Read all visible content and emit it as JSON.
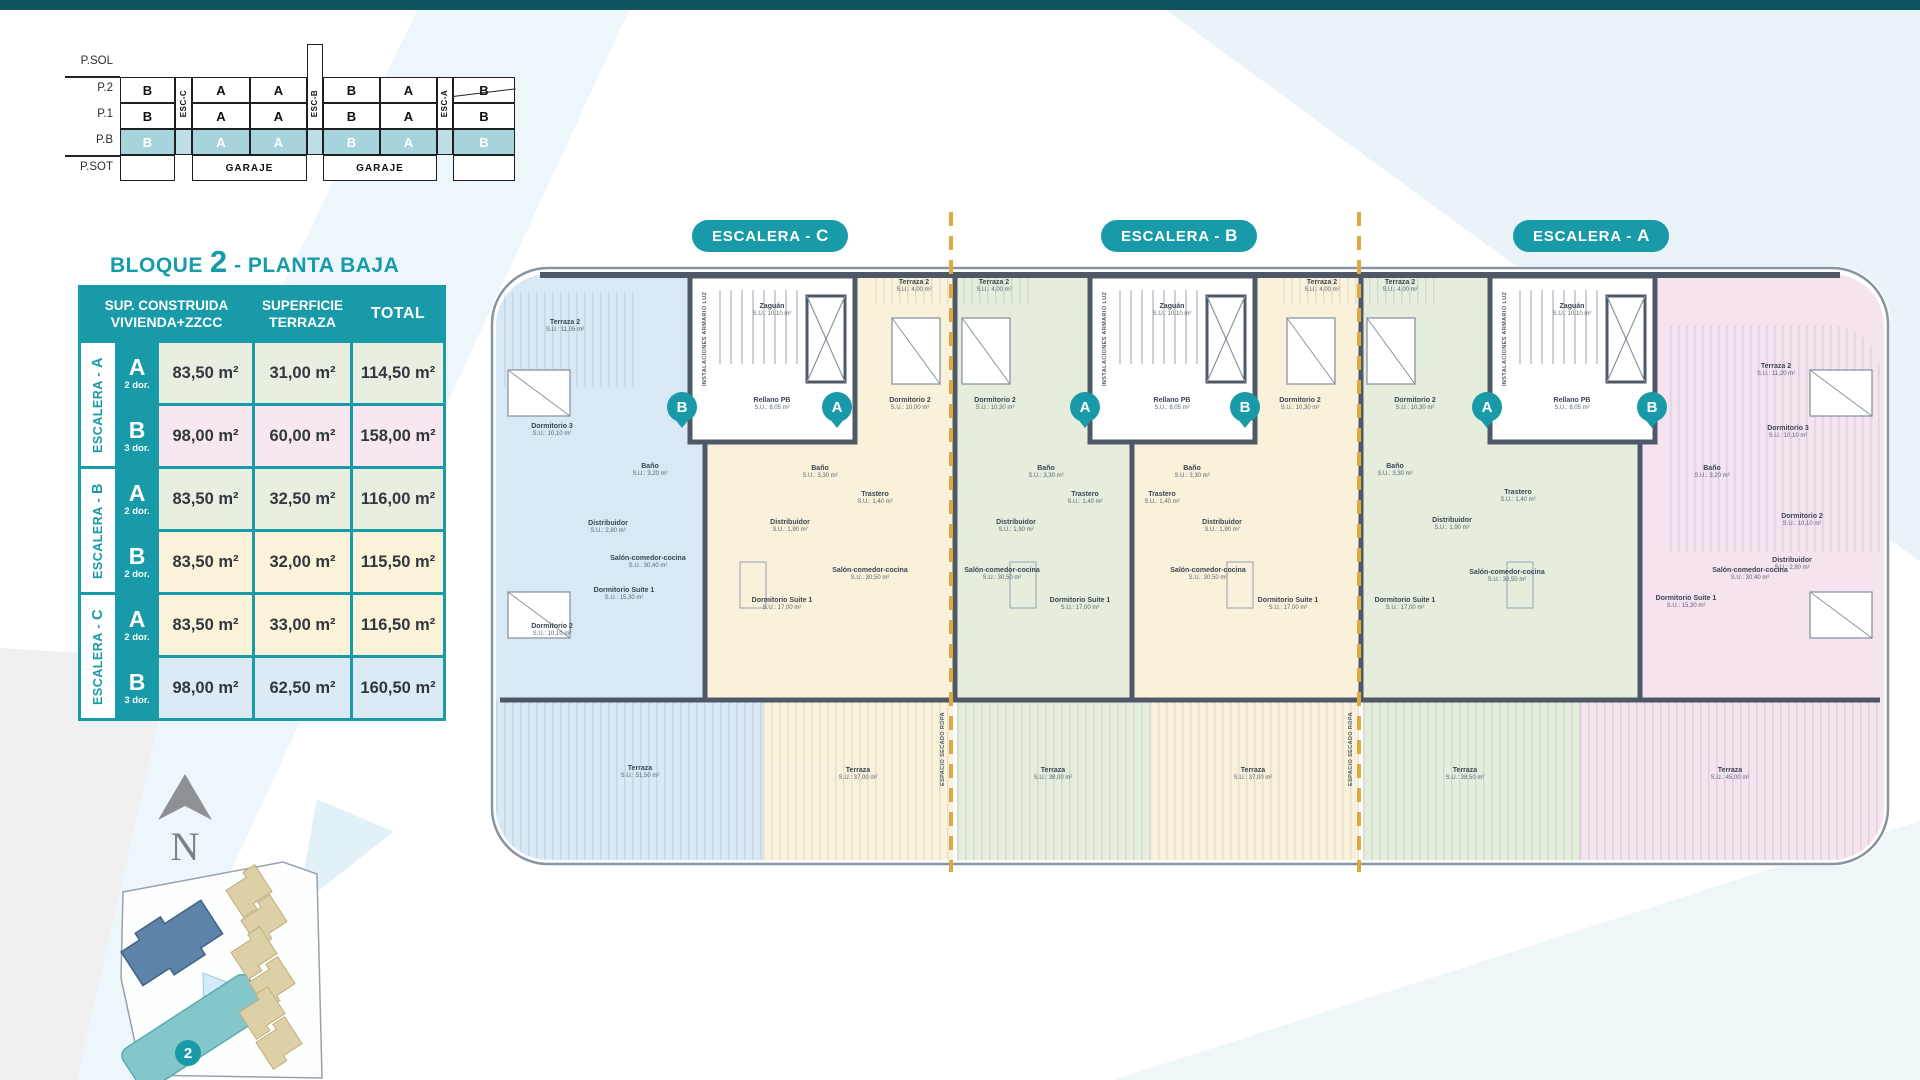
{
  "colors": {
    "accent_teal": "#189aa8",
    "topbar": "#0f5560",
    "pb_fill": "#a6d3dc",
    "unit_blue": "#d9e8f5",
    "unit_cream": "#faf1da",
    "unit_green": "#e5eedd",
    "unit_pink": "#f5e3ef",
    "dash_yellow": "#dcaa3e",
    "wall": "#4e5866"
  },
  "section": {
    "floors": [
      "P.SOL",
      "P.2",
      "P.1",
      "P.B",
      "P.SOT"
    ],
    "esc": [
      "ESC-C",
      "ESC-B",
      "ESC-A"
    ],
    "p2": [
      "B",
      "A",
      "A",
      "B",
      "A",
      "B"
    ],
    "p1": [
      "B",
      "A",
      "A",
      "B",
      "A",
      "B"
    ],
    "pb": [
      "B",
      "A",
      "A",
      "B",
      "A",
      "B"
    ],
    "garaje": "GARAJE"
  },
  "title": {
    "bloque": "BLOQUE",
    "num": "2",
    "rest": "- PLANTA BAJA"
  },
  "table": {
    "h_sup1": "SUP. CONSTRUIDA",
    "h_sup2": "VIVIENDA+ZZCC",
    "h_ter1": "SUPERFICIE",
    "h_ter2": "TERRAZA",
    "h_total": "TOTAL",
    "groups": [
      {
        "pre": "ESCALERA - ",
        "let": "A"
      },
      {
        "pre": "ESCALERA - ",
        "let": "B"
      },
      {
        "pre": "ESCALERA - ",
        "let": "C"
      }
    ],
    "rows": [
      {
        "unit": "A",
        "dorm": "2 dor.",
        "sup": "83,50 m²",
        "ter": "31,00 m²",
        "total": "114,50 m²"
      },
      {
        "unit": "B",
        "dorm": "3 dor.",
        "sup": "98,00 m²",
        "ter": "60,00 m²",
        "total": "158,00 m²"
      },
      {
        "unit": "A",
        "dorm": "2 dor.",
        "sup": "83,50 m²",
        "ter": "32,50 m²",
        "total": "116,00 m²"
      },
      {
        "unit": "B",
        "dorm": "2 dor.",
        "sup": "83,50 m²",
        "ter": "32,00 m²",
        "total": "115,50 m²"
      },
      {
        "unit": "A",
        "dorm": "2 dor.",
        "sup": "83,50 m²",
        "ter": "33,00 m²",
        "total": "116,50 m²"
      },
      {
        "unit": "B",
        "dorm": "3 dor.",
        "sup": "98,00 m²",
        "ter": "62,50 m²",
        "total": "160,50 m²"
      }
    ]
  },
  "plan": {
    "pills": [
      {
        "pre": "ESCALERA -",
        "let": "C"
      },
      {
        "pre": "ESCALERA -",
        "let": "B"
      },
      {
        "pre": "ESCALERA -",
        "let": "A"
      }
    ],
    "badges": [
      "B",
      "A",
      "A",
      "B",
      "A",
      "B"
    ],
    "core": {
      "zaguan": "Zaguán",
      "zaguan_a": "S.U.: 10,10 m²",
      "rellano": "Rellano PB",
      "rellano_a": "S.U.: 8,05 m²",
      "inst": "INSTALACIONES ARMARIO LUZ",
      "secado": "ESPACIO SECADO ROPA"
    },
    "small_terraza": {
      "name": "Terraza 2",
      "area": "S.U.: 4,00 m²"
    },
    "units": [
      {
        "ter2_n": "Terraza 2",
        "ter2_a": "S.U.: 11,05 m²",
        "d3_n": "Dormitorio 3",
        "d3_a": "S.U.: 10,10 m²",
        "bano_n": "Baño",
        "bano_a": "S.U.: 3,20 m²",
        "dist_n": "Distribuidor",
        "dist_a": "S.U.: 2,80 m²",
        "d2_n": "Dormitorio 2",
        "d2_a": "S.U.: 10,10 m²",
        "suite_n": "Dormitorio Suite 1",
        "suite_a": "S.U.: 15,30 m²",
        "salon_n": "Salón-comedor-cocina",
        "salon_a": "S.U.: 30,40 m²",
        "ter_n": "Terraza",
        "ter_a": "S.U.: 51,50 m²"
      },
      {
        "d2_n": "Dormitorio 2",
        "d2_a": "S.U.: 10,00 m²",
        "tras_n": "Trastero",
        "tras_a": "S.U.: 1,40 m²",
        "bano_n": "Baño",
        "bano_a": "S.U.: 3,30 m²",
        "dist_n": "Distribuidor",
        "dist_a": "S.U.: 1,90 m²",
        "salon_n": "Salón-comedor-cocina",
        "salon_a": "S.U.: 30,50 m²",
        "suite_n": "Dormitorio Suite 1",
        "suite_a": "S.U.: 17,00 m²",
        "ter_n": "Terraza",
        "ter_a": "S.U.: 37,00 m²"
      },
      {
        "d2_n": "Dormitorio 2",
        "d2_a": "S.U.: 10,30 m²",
        "tras_n": "Trastero",
        "tras_a": "S.U.: 1,40 m²",
        "bano_n": "Baño",
        "bano_a": "S.U.: 3,30 m²",
        "dist_n": "Distribuidor",
        "dist_a": "S.U.: 1,90 m²",
        "salon_n": "Salón-comedor-cocina",
        "salon_a": "S.U.: 30,50 m²",
        "suite_n": "Dormitorio Suite 1",
        "suite_a": "S.U.: 17,00 m²",
        "ter_n": "Terraza",
        "ter_a": "S.U.: 38,00 m²"
      },
      {
        "d2_n": "Dormitorio 2",
        "d2_a": "S.U.: 10,30 m²",
        "tras_n": "Trastero",
        "tras_a": "S.U.: 1,40 m²",
        "bano_n": "Baño",
        "bano_a": "S.U.: 3,30 m²",
        "dist_n": "Distribuidor",
        "dist_a": "S.U.: 1,90 m²",
        "salon_n": "Salón-comedor-cocina",
        "salon_a": "S.U.: 30,50 m²",
        "suite_n": "Dormitorio Suite 1",
        "suite_a": "S.U.: 17,00 m²",
        "ter_n": "Terraza",
        "ter_a": "S.U.: 37,00 m²"
      },
      {
        "d2_n": "Dormitorio 2",
        "d2_a": "S.U.: 10,30 m²",
        "tras_n": "Trastero",
        "tras_a": "S.U.: 1,40 m²",
        "bano_n": "Baño",
        "bano_a": "S.U.: 3,30 m²",
        "dist_n": "Distribuidor",
        "dist_a": "S.U.: 1,90 m²",
        "salon_n": "Salón-comedor-cocina",
        "salon_a": "S.U.: 30,50 m²",
        "suite_n": "Dormitorio Suite 1",
        "suite_a": "S.U.: 17,00 m²",
        "ter_n": "Terraza",
        "ter_a": "S.U.: 38,50 m²"
      },
      {
        "ter2_n": "Terraza 2",
        "ter2_a": "S.U.: 11,20 m²",
        "d3_n": "Dormitorio 3",
        "d3_a": "S.U.: 10,10 m²",
        "bano_n": "Baño",
        "bano_a": "S.U.: 3,20 m²",
        "dist_n": "Distribuidor",
        "dist_a": "S.U.: 2,80 m²",
        "d2_n": "Dormitorio 2",
        "d2_a": "S.U.: 10,10 m²",
        "suite_n": "Dormitorio Suite 1",
        "suite_a": "S.U.: 15,30 m²",
        "salon_n": "Salón-comedor-cocina",
        "salon_a": "S.U.: 30,40 m²",
        "ter_n": "Terraza",
        "ter_a": "S.U.: 45,00 m²"
      }
    ]
  },
  "site": {
    "north": "N",
    "badge": "2"
  }
}
